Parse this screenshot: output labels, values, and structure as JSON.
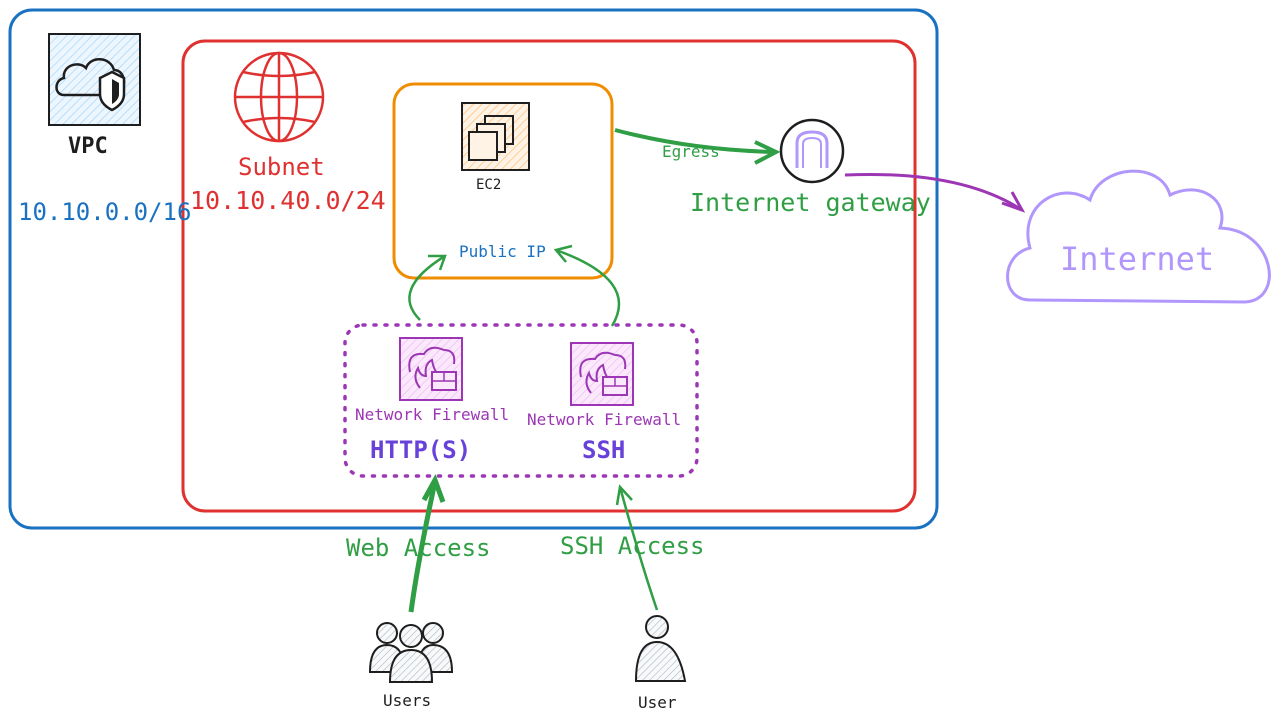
{
  "vpc": {
    "title": "VPC",
    "cidr": "10.10.0.0/16"
  },
  "subnet": {
    "title": "Subnet",
    "cidr": "10.10.40.0/24"
  },
  "ec2": {
    "label": "EC2",
    "public_ip": "Public IP"
  },
  "egress": {
    "label": "Egress"
  },
  "internet_gateway": {
    "label": "Internet gateway"
  },
  "internet": {
    "label": "Internet"
  },
  "firewalls": [
    {
      "label": "Network Firewall",
      "protocol": "HTTP(S)"
    },
    {
      "label": "Network Firewall",
      "protocol": "SSH"
    }
  ],
  "access": {
    "web": "Web Access",
    "ssh": "SSH Access"
  },
  "actors": {
    "users": "Users",
    "user": "User"
  },
  "colors": {
    "vpc": "#1971c2",
    "subnet": "#e03131",
    "ec2": "#f08c00",
    "firewall_group": "#9c36b5",
    "arrows": "#2f9e44",
    "internet": "#b197fc",
    "internet_link": "#9c36b5"
  }
}
